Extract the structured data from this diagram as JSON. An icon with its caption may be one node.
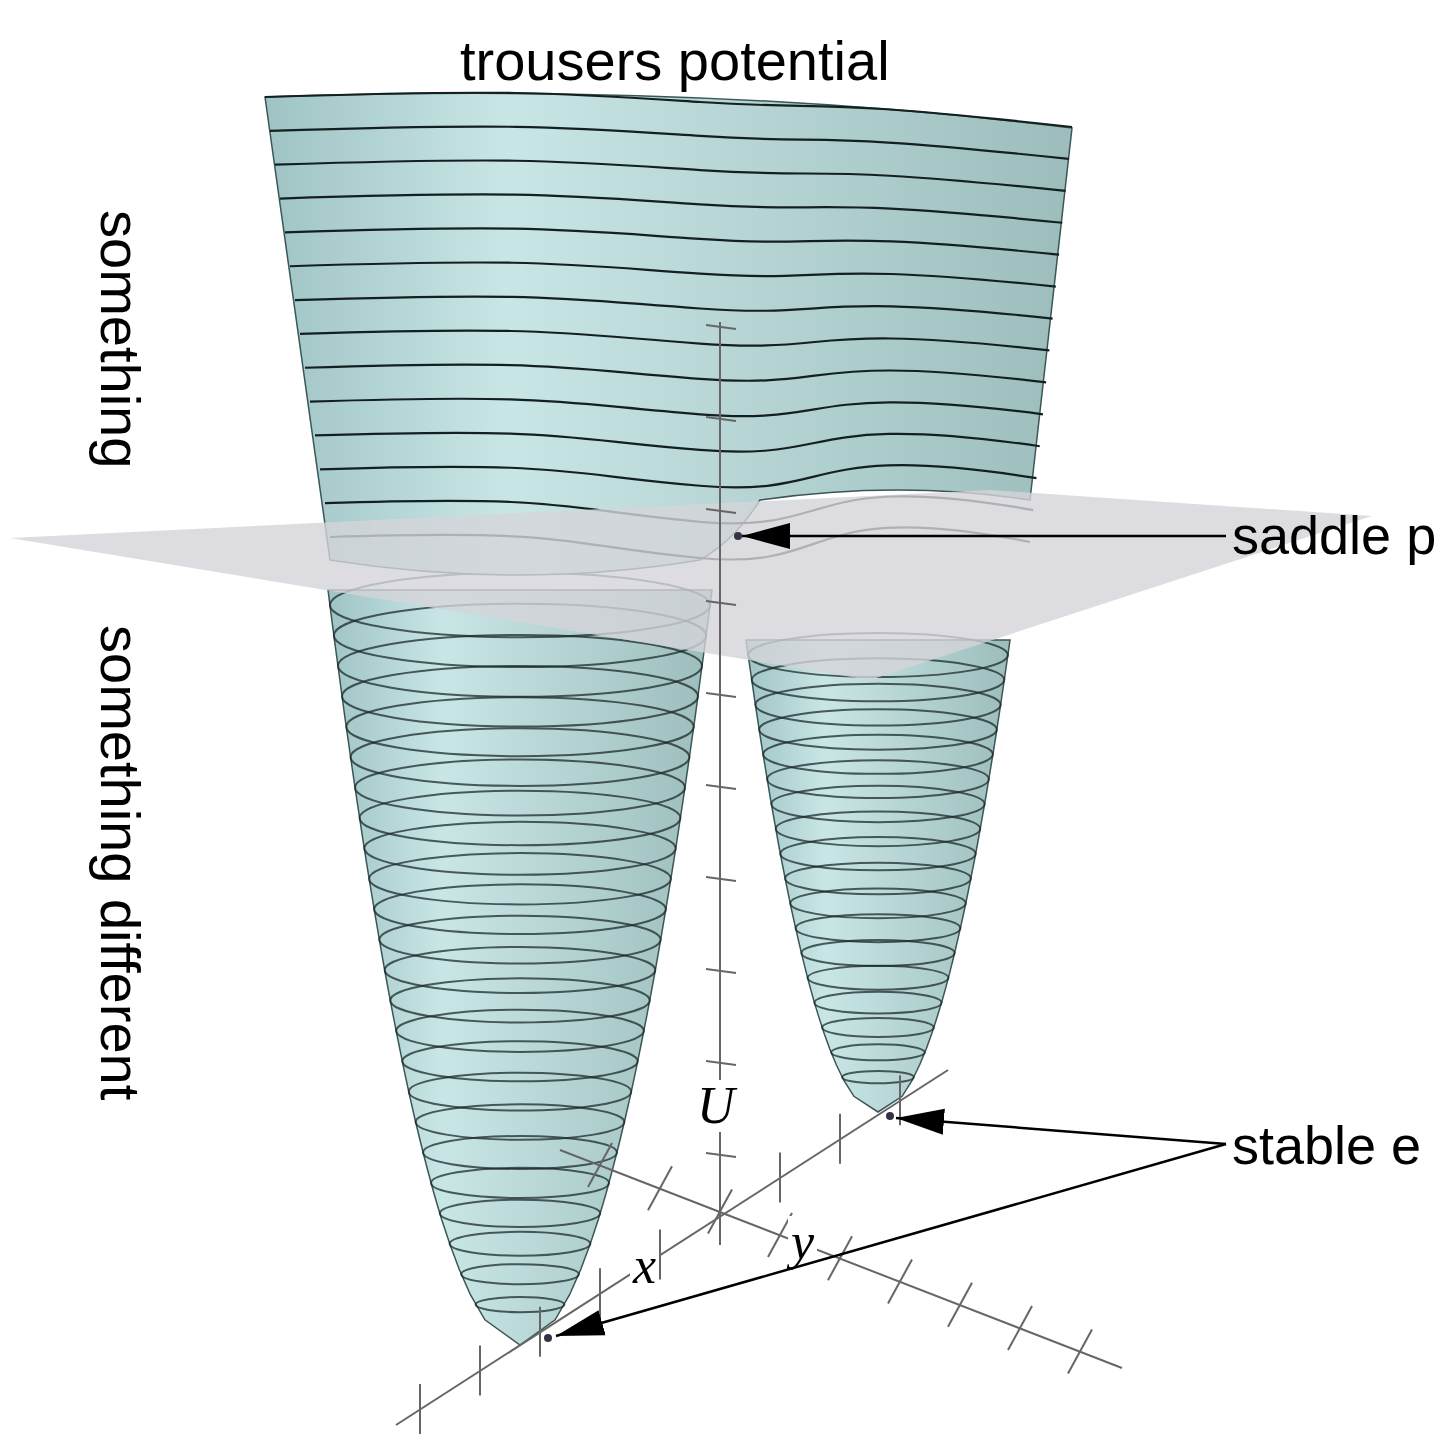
{
  "diagram": {
    "title": "trousers potential",
    "nodes": [
      {
        "text": [
          "saddle p"
        ]
      },
      {
        "text": [],
        "shape": "circle"
      },
      {
        "text": [
          "stable e"
        ]
      },
      {
        "text": [],
        "shape": "circle"
      },
      {
        "text": [],
        "shape": "circle"
      }
    ],
    "edges": [
      {
        "from": 0,
        "to": 1,
        "arrow": "to"
      },
      {
        "from": 2,
        "to": 3,
        "arrow": "to"
      },
      {
        "from": 2,
        "to": 4,
        "arrow": "to"
      }
    ],
    "labels": [
      "something",
      "something different",
      "U",
      "x",
      "y"
    ]
  }
}
